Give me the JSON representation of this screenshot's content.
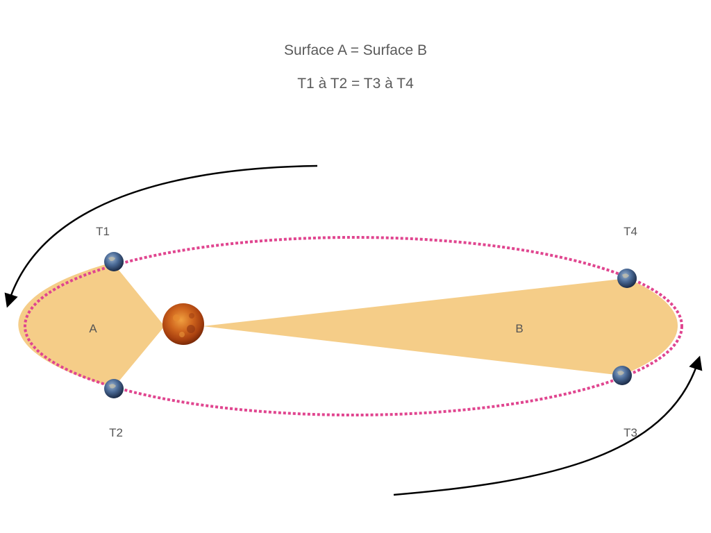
{
  "header": {
    "line1": "Surface A = Surface B",
    "line2": "T1 à T2 = T3 à T4"
  },
  "positions": {
    "t1": "T1",
    "t2": "T2",
    "t3": "T3",
    "t4": "T4"
  },
  "areas": {
    "a": "A",
    "b": "B"
  },
  "colors": {
    "orbit": "#e0458f",
    "area_fill": "#f5cd88",
    "arrow": "#000000",
    "text": "#555555",
    "sun": "#c8501a",
    "planet": "#3f5d8c"
  }
}
